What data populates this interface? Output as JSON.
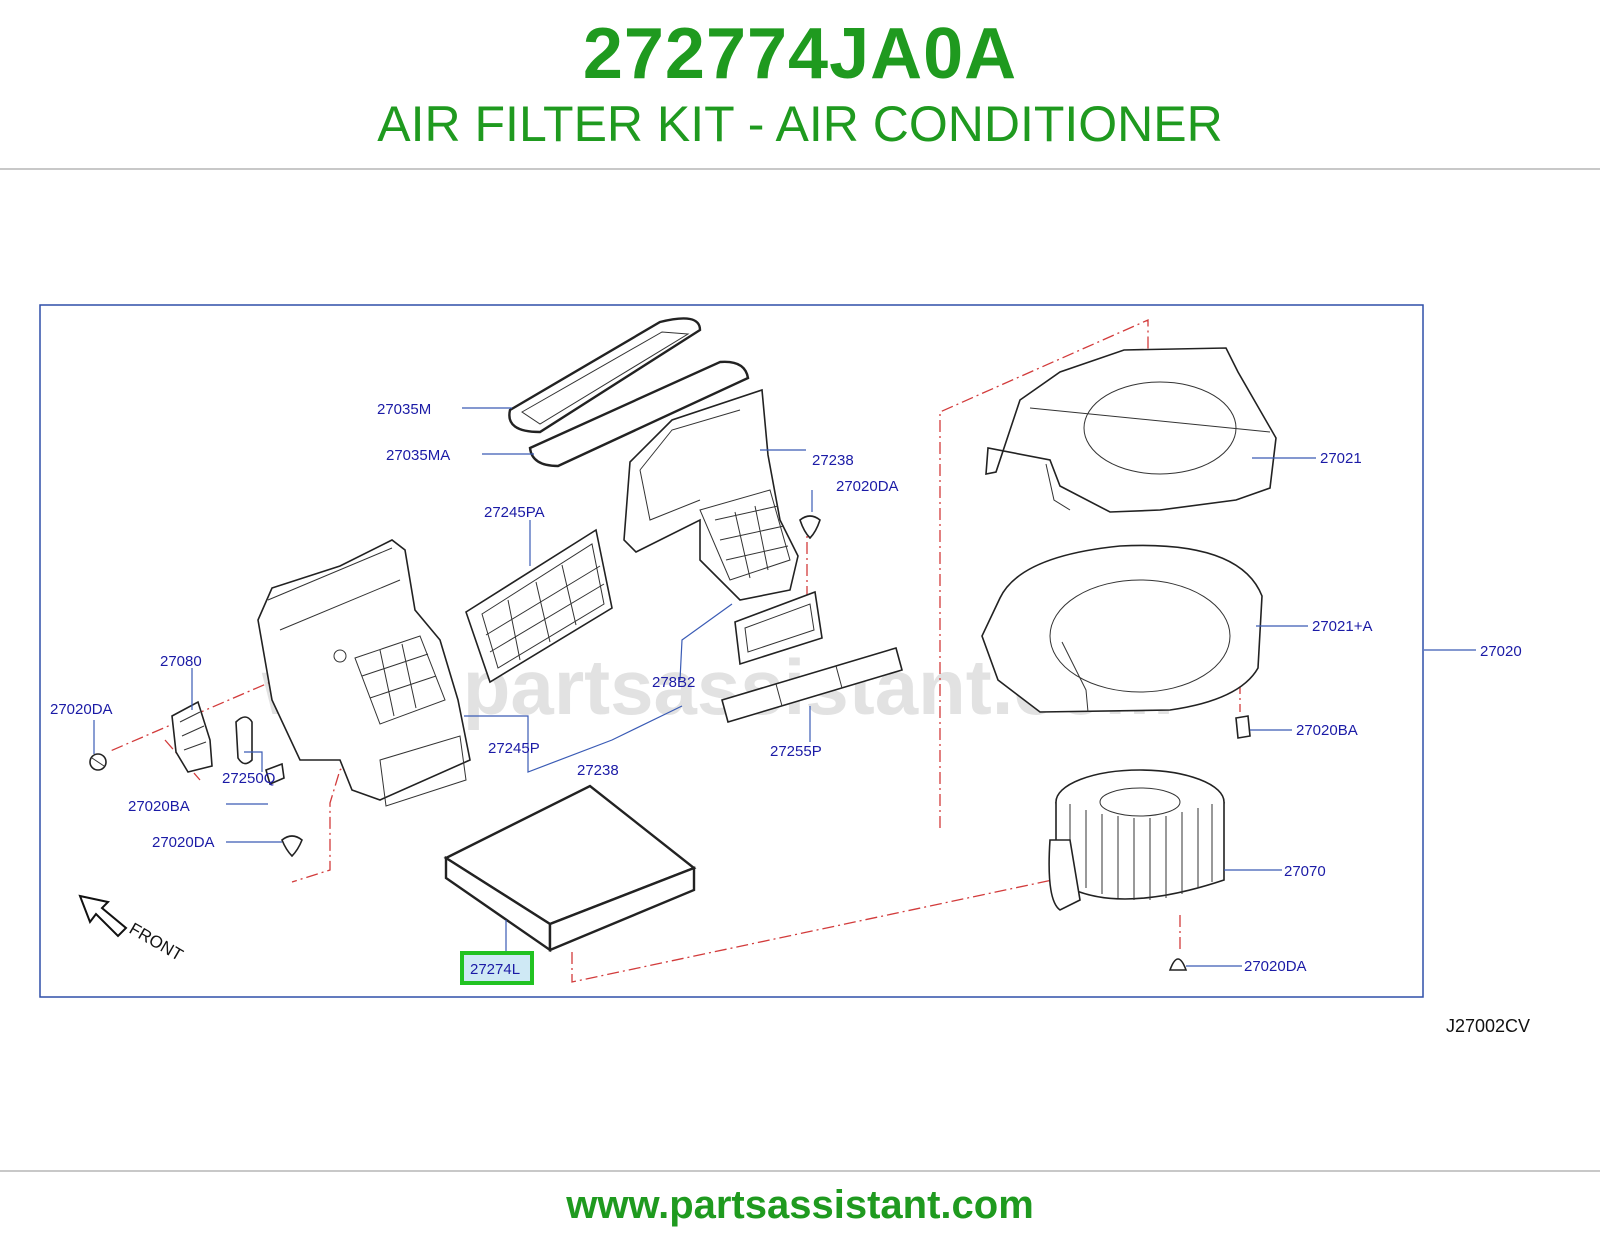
{
  "header": {
    "part_number": "272774JA0A",
    "description": "AIR FILTER KIT - AIR CONDITIONER"
  },
  "diagram": {
    "code": "J27002CV",
    "watermark": "www.partsassistant.com",
    "front_label": "FRONT",
    "callouts": {
      "c27035M": "27035M",
      "c27035MA": "27035MA",
      "c27238_top": "27238",
      "c27020DA_top": "27020DA",
      "c27245PA": "27245PA",
      "c27021": "27021",
      "c27080": "27080",
      "c27020DA_left": "27020DA",
      "c278B2": "278B2",
      "c27021A": "27021+A",
      "c27020": "27020",
      "c27245P": "27245P",
      "c27238_mid": "27238",
      "c27255P": "27255P",
      "c27020BA_right": "27020BA",
      "c27250Q": "27250Q",
      "c27020BA_left": "27020BA",
      "c27020DA_bottom": "27020DA",
      "c27070": "27070",
      "c27274L": "27274L",
      "c27020DA_br": "27020DA"
    },
    "highlight_color": "#22c322",
    "outline_color": "#2f4fa8"
  },
  "footer": {
    "url": "www.partsassistant.com"
  }
}
